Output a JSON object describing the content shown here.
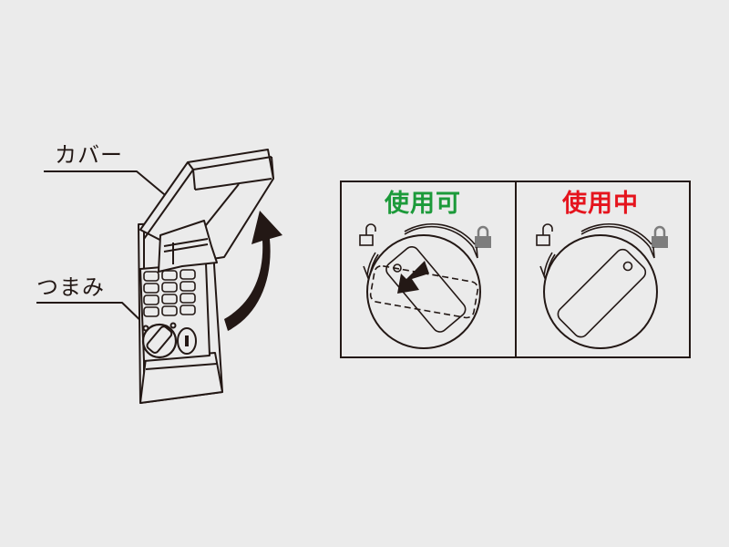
{
  "illustration": {
    "labels": {
      "cover": "カバー",
      "knob": "つまみ"
    },
    "rotation_arrow": "clockwise-open-arrow"
  },
  "panels": [
    {
      "title": "使用可",
      "title_color": "#1c9a3a",
      "state": "unlocked",
      "icons": [
        "unlocked-padlock-icon",
        "locked-padlock-icon"
      ]
    },
    {
      "title": "使用中",
      "title_color": "#e5141d",
      "state": "locked",
      "icons": [
        "unlocked-padlock-icon",
        "locked-padlock-icon"
      ]
    }
  ],
  "colors": {
    "background": "#ebebeb",
    "line": "#231815",
    "lock_gray": "#7d7d7d",
    "available_green": "#1c9a3a",
    "inuse_red": "#e5141d"
  }
}
